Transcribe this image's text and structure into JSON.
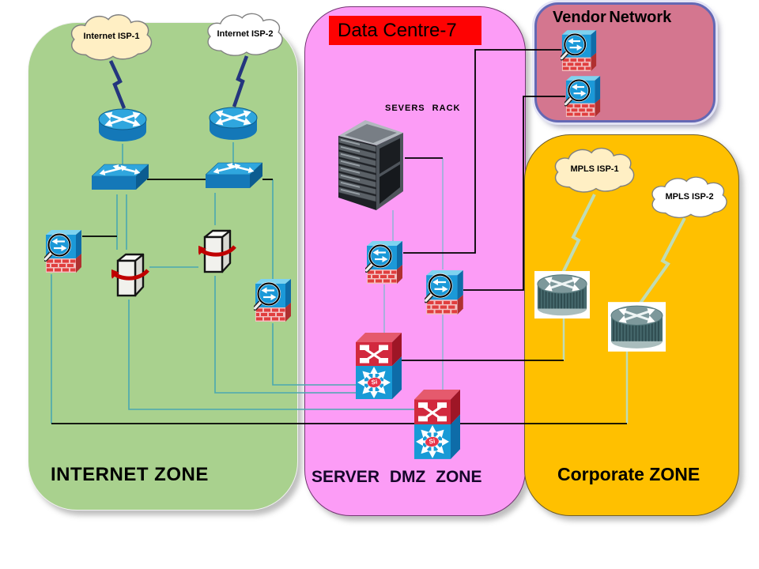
{
  "zones": {
    "internet": {
      "label": "INTERNET ZONE",
      "fill": "#A9D18E",
      "clouds": [
        {
          "label": "Internet ISP-1",
          "fill": "#FFEFC4"
        },
        {
          "label": "Internet ISP-2",
          "fill": "#FFFFFF"
        }
      ],
      "devices": [
        "internet-router-1",
        "internet-router-2",
        "lan-switch-1",
        "lan-switch-2",
        "firewall-1",
        "vpn-server-1",
        "vpn-server-2",
        "firewall-2"
      ]
    },
    "dmz": {
      "banner": "Data Centre-7",
      "banner_fill": "#FF0000",
      "label": "SERVER DMZ ZONE",
      "fill": "#FC9CF6",
      "rack_label": "SEVERS RACK",
      "devices": [
        "servers-rack",
        "dmz-firewall-1",
        "dmz-firewall-2",
        "l3-switch-1",
        "l3-switch-2"
      ]
    },
    "corporate": {
      "label": "Corporate ZONE",
      "fill": "#FFC000",
      "clouds": [
        {
          "label": "MPLS ISP-1",
          "fill": "#FFEFC4"
        },
        {
          "label": "MPLS ISP-2",
          "fill": "#FFFFFF"
        }
      ],
      "devices": [
        "mpls-router-1",
        "mpls-router-2"
      ]
    },
    "vendor": {
      "label": "Vendor Network",
      "fill": "#D4768F",
      "devices": [
        "vendor-firewall-1",
        "vendor-firewall-2"
      ]
    }
  },
  "badges": {
    "si": "Si"
  },
  "line_colors": {
    "teal": "#4AA8B0",
    "light_blue": "#95B3D7",
    "black": "#000000",
    "pale_green": "#BFDCB6",
    "navy_bolt": "#24357E"
  }
}
